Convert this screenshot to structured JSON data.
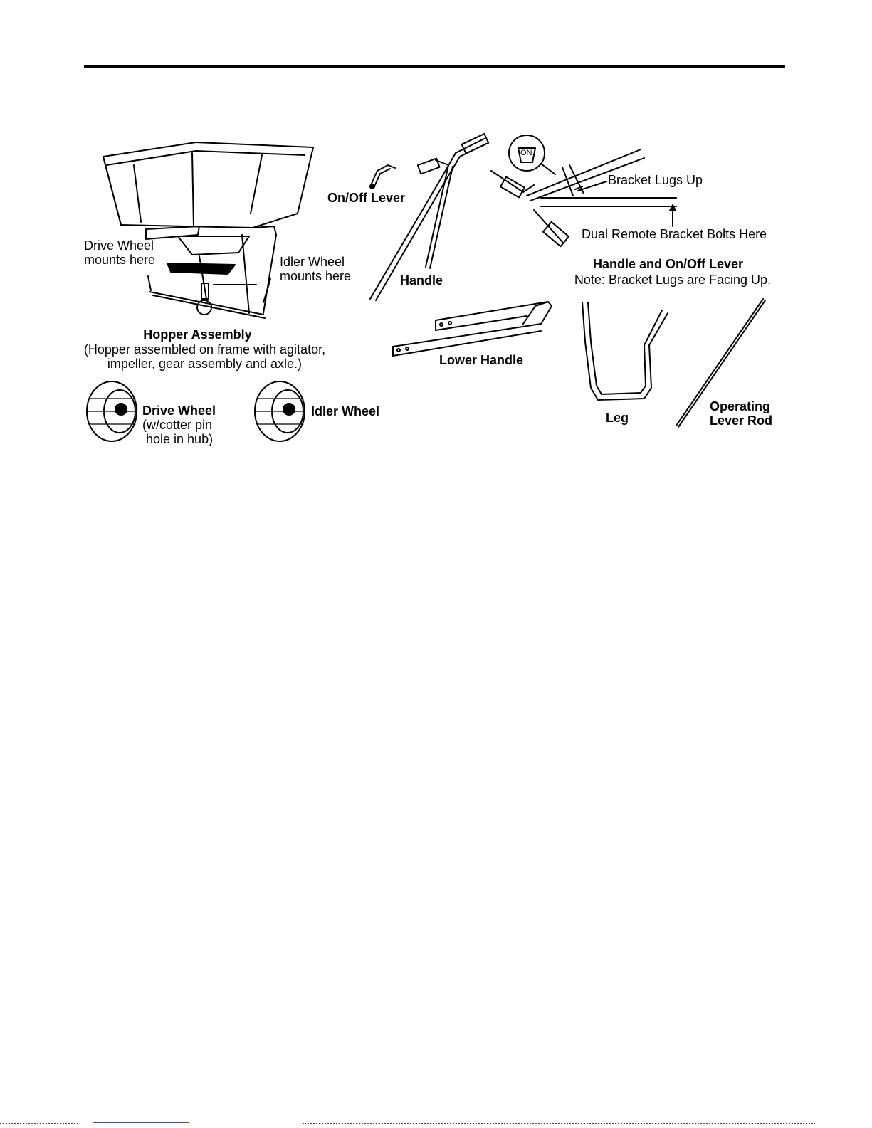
{
  "figure": {
    "on_off_lever": "On/Off Lever",
    "handle": "Handle",
    "bracket_lugs_up": "Bracket Lugs Up",
    "on_badge": "ON",
    "dual_remote_bracket": "Dual Remote Bracket Bolts Here",
    "handle_onoff_title": "Handle and On/Off Lever",
    "handle_onoff_note": "Note: Bracket Lugs are Facing Up.",
    "drive_wheel_mounts_1": "Drive Wheel",
    "drive_wheel_mounts_2": "mounts here",
    "idler_wheel_mounts_1": "Idler Wheel",
    "idler_wheel_mounts_2": "mounts here",
    "hopper_title": "Hopper Assembly",
    "hopper_desc_1": "(Hopper assembled on frame with agitator,",
    "hopper_desc_2": "impeller, gear assembly and axle.)",
    "lower_handle": "Lower Handle",
    "leg": "Leg",
    "operating_lever_rod_1": "Operating",
    "operating_lever_rod_2": "Lever Rod",
    "drive_wheel": "Drive Wheel",
    "drive_wheel_note_1": "(w/cotter pin",
    "drive_wheel_note_2": "hole in hub)",
    "idler_wheel": "Idler Wheel"
  }
}
